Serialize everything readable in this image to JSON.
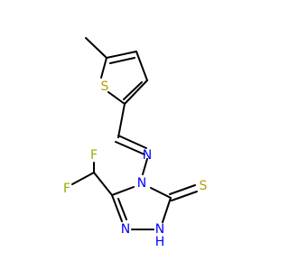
{
  "molecule": {
    "atoms": [
      {
        "id": "s_thiophene",
        "symbol": "S",
        "color": "#b5a000"
      },
      {
        "id": "n_imine",
        "symbol": "N",
        "color": "#0000ff"
      },
      {
        "id": "n_ring4",
        "symbol": "N",
        "color": "#0000ff"
      },
      {
        "id": "f_top",
        "symbol": "F",
        "color": "#8fb000"
      },
      {
        "id": "f_left",
        "symbol": "F",
        "color": "#8fb000"
      },
      {
        "id": "s_thione",
        "symbol": "S",
        "color": "#b5a000"
      },
      {
        "id": "n_ring_bottom",
        "symbol": "N",
        "color": "#0000ff"
      },
      {
        "id": "nh_ring",
        "symbol": "N",
        "color": "#0000ff"
      },
      {
        "id": "h_ring",
        "symbol": "H",
        "color": "#0000ff"
      }
    ]
  }
}
